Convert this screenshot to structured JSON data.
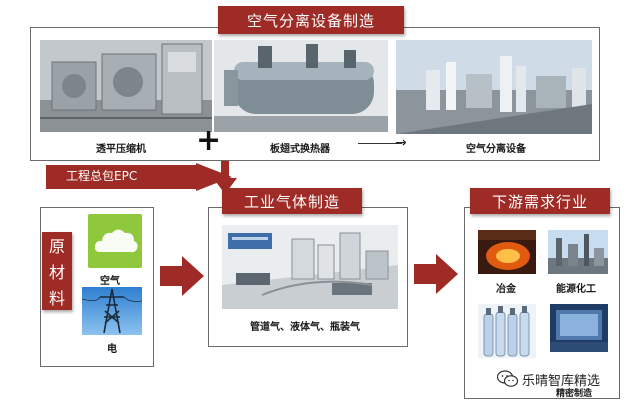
{
  "top": {
    "title": "空气分离设备制造",
    "label_compressor": "透平压缩机",
    "plus": "+",
    "label_exchanger": "板翅式换热器",
    "arrow_text": "→",
    "label_asu": "空气分离设备"
  },
  "epc": {
    "label": "工程总包EPC"
  },
  "raw": {
    "title_chars": [
      "原",
      "材",
      "料"
    ],
    "air_label": "空气",
    "power_label": "电"
  },
  "gas": {
    "title": "工业气体制造",
    "caption": "管道气、液体气、瓶装气"
  },
  "down": {
    "title": "下游需求行业",
    "items": [
      "冶金",
      "能源化工",
      "",
      "精密制造"
    ]
  },
  "watermark": {
    "text": "乐晴智库精选"
  },
  "colors": {
    "accent": "#9e2b25",
    "border": "#6b6b6b"
  },
  "icons": {
    "raw_air": "cloud-icon",
    "raw_power": "power-tower-icon",
    "watermark": "wechat-icon"
  }
}
